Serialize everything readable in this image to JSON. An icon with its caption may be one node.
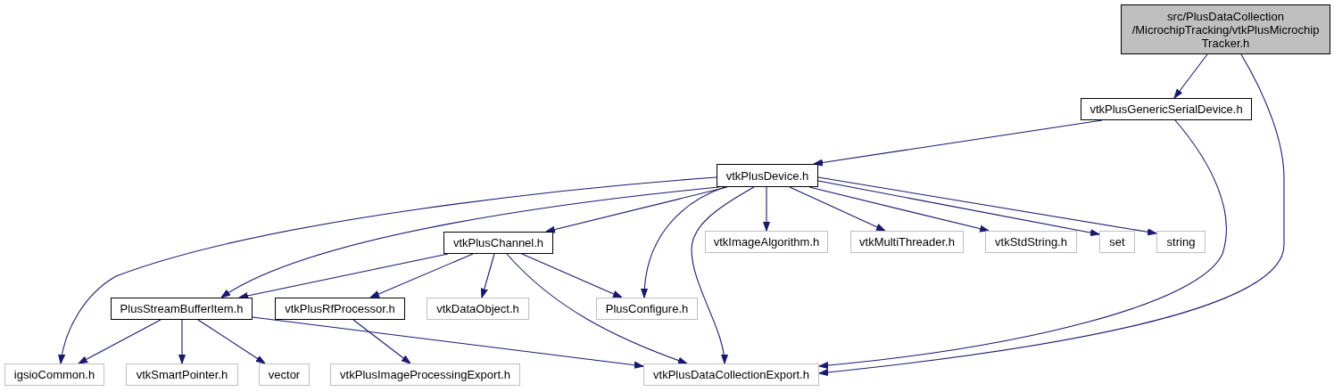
{
  "diagram": {
    "nodes": [
      {
        "text": [
          "src/PlusDataCollection /MicrochipTracking/vtkPlusMicrochip Tracker.h"
        ]
      },
      {
        "text": [
          "vtkPlusGenericSerialDevice.h"
        ]
      },
      {
        "text": [
          "vtkPlusDevice.h"
        ]
      },
      {
        "text": [
          "vtkPlusChannel.h"
        ]
      },
      {
        "text": [
          "vtkImageAlgorithm.h"
        ]
      },
      {
        "text": [
          "vtkMultiThreader.h"
        ]
      },
      {
        "text": [
          "vtkStdString.h"
        ]
      },
      {
        "text": [
          "set"
        ]
      },
      {
        "text": [
          "string"
        ]
      },
      {
        "text": [
          "PlusStreamBufferItem.h"
        ]
      },
      {
        "text": [
          "vtkPlusRfProcessor.h"
        ]
      },
      {
        "text": [
          "vtkDataObject.h"
        ]
      },
      {
        "text": [
          "PlusConfigure.h"
        ]
      },
      {
        "text": [
          "igsioCommon.h"
        ]
      },
      {
        "text": [
          "vtkSmartPointer.h"
        ]
      },
      {
        "text": [
          "vector"
        ]
      },
      {
        "text": [
          "vtkPlusImageProcessingExport.h"
        ]
      },
      {
        "text": [
          "vtkPlusDataCollectionExport.h"
        ]
      }
    ],
    "edges": [
      {
        "from": 0,
        "to": 1,
        "arrow": "to"
      },
      {
        "from": 0,
        "to": 17,
        "arrow": "to"
      },
      {
        "from": 1,
        "to": 2,
        "arrow": "to"
      },
      {
        "from": 1,
        "to": 17,
        "arrow": "to"
      },
      {
        "from": 2,
        "to": 3,
        "arrow": "to"
      },
      {
        "from": 2,
        "to": 4,
        "arrow": "to"
      },
      {
        "from": 2,
        "to": 5,
        "arrow": "to"
      },
      {
        "from": 2,
        "to": 6,
        "arrow": "to"
      },
      {
        "from": 2,
        "to": 7,
        "arrow": "to"
      },
      {
        "from": 2,
        "to": 8,
        "arrow": "to"
      },
      {
        "from": 2,
        "to": 9,
        "arrow": "to"
      },
      {
        "from": 2,
        "to": 13,
        "arrow": "to"
      },
      {
        "from": 2,
        "to": 12,
        "arrow": "to"
      },
      {
        "from": 2,
        "to": 17,
        "arrow": "to"
      },
      {
        "from": 3,
        "to": 9,
        "arrow": "to"
      },
      {
        "from": 3,
        "to": 10,
        "arrow": "to"
      },
      {
        "from": 3,
        "to": 11,
        "arrow": "to"
      },
      {
        "from": 3,
        "to": 12,
        "arrow": "to"
      },
      {
        "from": 3,
        "to": 17,
        "arrow": "to"
      },
      {
        "from": 9,
        "to": 13,
        "arrow": "to"
      },
      {
        "from": 9,
        "to": 14,
        "arrow": "to"
      },
      {
        "from": 9,
        "to": 15,
        "arrow": "to"
      },
      {
        "from": 9,
        "to": 17,
        "arrow": "to"
      },
      {
        "from": 10,
        "to": 16,
        "arrow": "to"
      }
    ]
  }
}
